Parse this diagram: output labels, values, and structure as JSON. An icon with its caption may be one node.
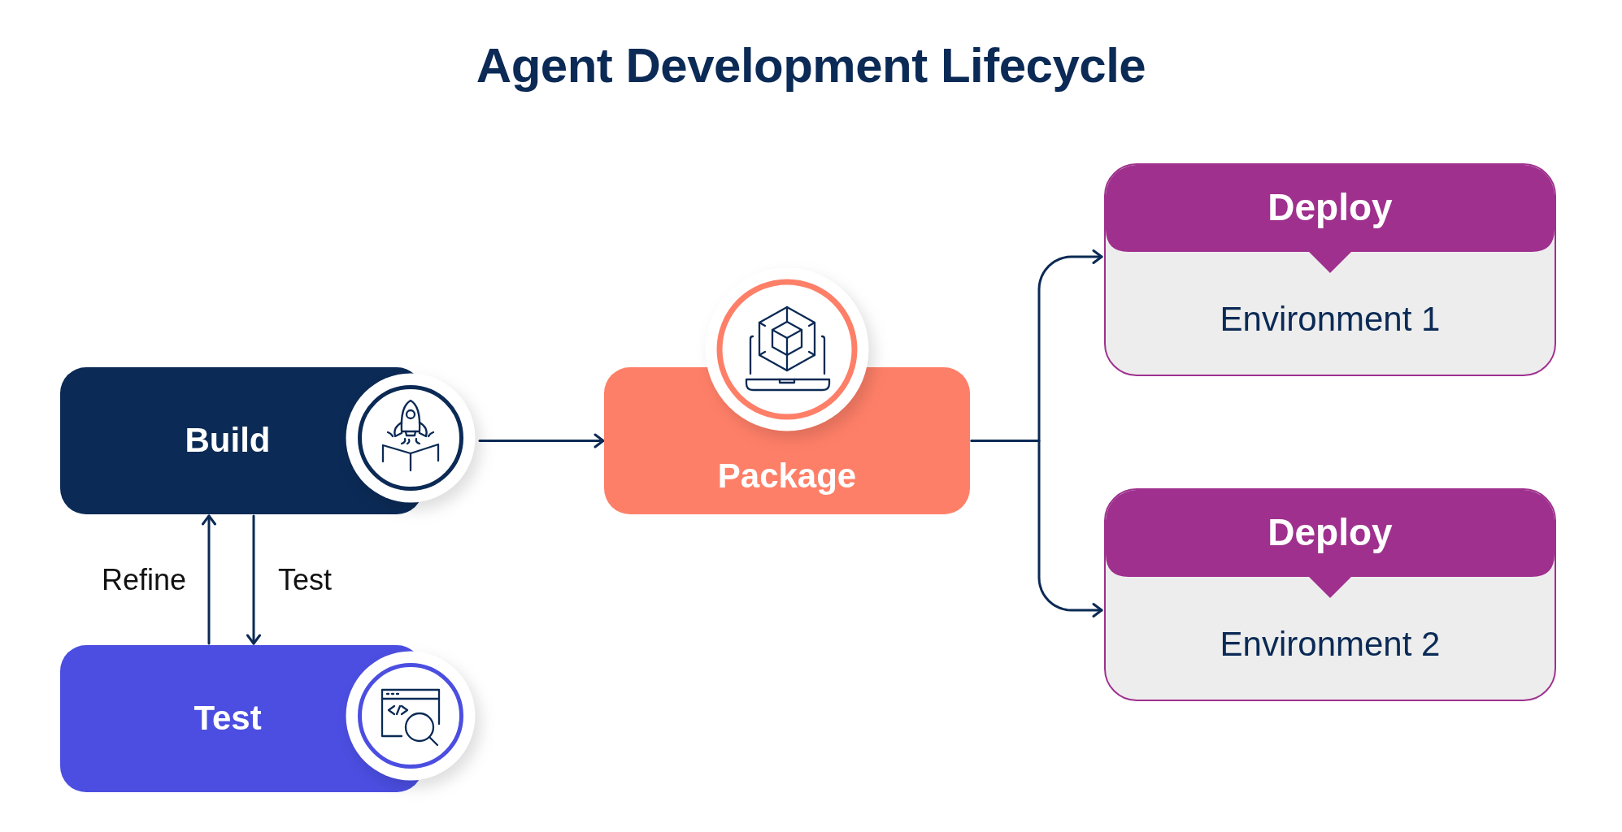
{
  "diagram": {
    "title": "Agent Development Lifecycle",
    "nodes": [
      {
        "text": [
          "Build"
        ]
      },
      {
        "text": [
          "Test"
        ]
      },
      {
        "text": [
          "Package"
        ]
      },
      {
        "text": [
          "Deploy",
          "Environment 1"
        ]
      },
      {
        "text": [
          "Deploy",
          "Environment 2"
        ]
      }
    ],
    "edges": [
      {
        "from": 0,
        "to": 2,
        "arrow": "to"
      },
      {
        "from": 1,
        "to": 0,
        "arrow": "to",
        "label": "Refine"
      },
      {
        "from": 0,
        "to": 1,
        "arrow": "to",
        "label": "Test"
      },
      {
        "from": 2,
        "to": 3,
        "arrow": "to"
      },
      {
        "from": 2,
        "to": 4,
        "arrow": "to"
      }
    ]
  }
}
